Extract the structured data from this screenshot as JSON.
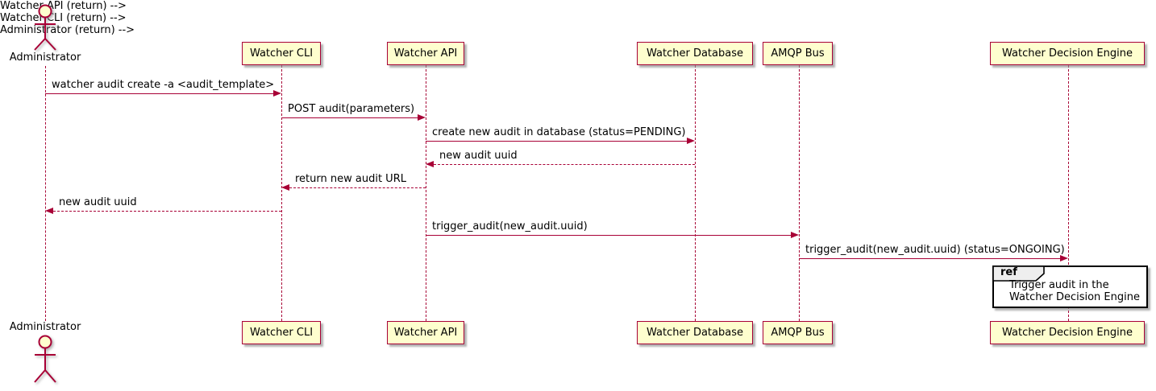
{
  "colors": {
    "participant_fill": "#FEFECE",
    "participant_border": "#A80036",
    "line": "#A80036",
    "text": "#000000",
    "ref_border": "#000000",
    "ref_tab_fill": "#EEEEEE",
    "background": "#FFFFFF"
  },
  "participants": [
    {
      "id": "administrator",
      "label": "Administrator",
      "type": "actor"
    },
    {
      "id": "watcher-cli",
      "label": "Watcher CLI",
      "type": "participant"
    },
    {
      "id": "watcher-api",
      "label": "Watcher API",
      "type": "participant"
    },
    {
      "id": "watcher-database",
      "label": "Watcher Database",
      "type": "participant"
    },
    {
      "id": "amqp-bus",
      "label": "AMQP Bus",
      "type": "participant"
    },
    {
      "id": "watcher-decision-engine",
      "label": "Watcher Decision Engine",
      "type": "participant"
    }
  ],
  "messages": [
    {
      "from": "administrator",
      "to": "watcher-cli",
      "style": "solid",
      "label": "watcher audit create -a <audit_template>"
    },
    {
      "from": "watcher-cli",
      "to": "watcher-api",
      "style": "solid",
      "label": "POST audit(parameters)"
    },
    {
      "from": "watcher-api",
      "to": "watcher-database",
      "style": "solid",
      "label": "create new audit in database (status=PENDING)"
    },
    {
      "from": "watcher-database",
      "to": "watcher-api",
      "style": "dashed",
      "label": "new audit uuid"
    },
    {
      "from": "watcher-api",
      "to": "watcher-cli",
      "style": "dashed",
      "label": "return new audit URL"
    },
    {
      "from": "watcher-cli",
      "to": "administrator",
      "style": "dashed",
      "label": "new audit uuid"
    },
    {
      "from": "watcher-api",
      "to": "amqp-bus",
      "style": "solid",
      "label": "trigger_audit(new_audit.uuid)"
    },
    {
      "from": "amqp-bus",
      "to": "watcher-decision-engine",
      "style": "solid",
      "label": "trigger_audit(new_audit.uuid) (status=ONGOING)"
    }
  ],
  "ref": {
    "keyword": "ref",
    "line1": "Trigger audit in the",
    "line2": "Watcher Decision Engine"
  }
}
